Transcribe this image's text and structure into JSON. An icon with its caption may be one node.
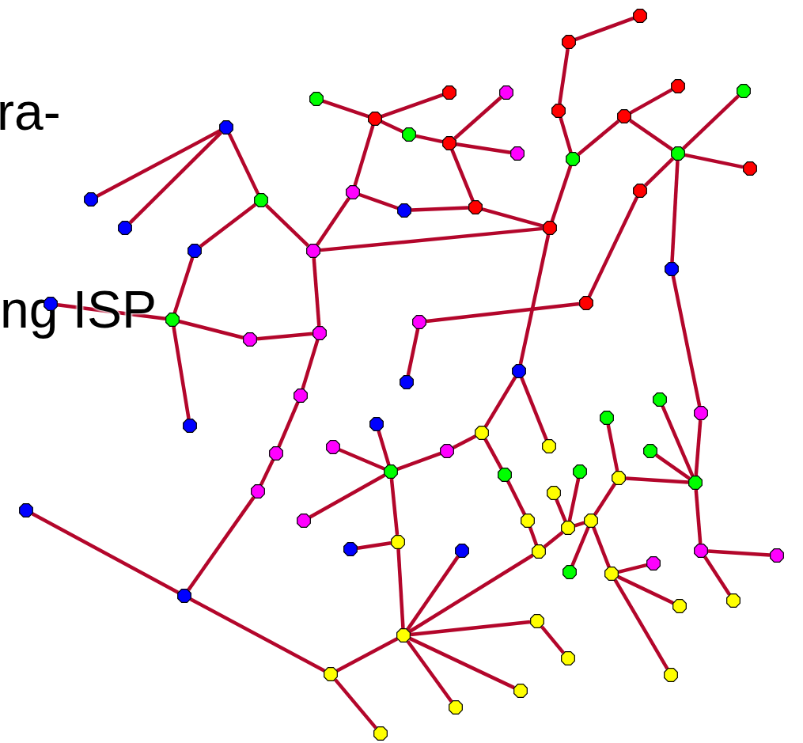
{
  "diagram": {
    "nodes": [
      {
        "text": [],
        "shape": "octagon"
      },
      {
        "text": [],
        "shape": "octagon"
      },
      {
        "text": [],
        "shape": "octagon"
      },
      {
        "text": [],
        "shape": "octagon"
      },
      {
        "text": [],
        "shape": "octagon"
      },
      {
        "text": [],
        "shape": "octagon"
      },
      {
        "text": [],
        "shape": "octagon"
      },
      {
        "text": [],
        "shape": "octagon"
      },
      {
        "text": [],
        "shape": "octagon"
      },
      {
        "text": [],
        "shape": "octagon"
      },
      {
        "text": [],
        "shape": "octagon"
      },
      {
        "text": [],
        "shape": "octagon"
      },
      {
        "text": [],
        "shape": "octagon"
      },
      {
        "text": [],
        "shape": "octagon"
      },
      {
        "text": [],
        "shape": "octagon"
      },
      {
        "text": [],
        "shape": "octagon"
      },
      {
        "text": [],
        "shape": "octagon"
      },
      {
        "text": [],
        "shape": "octagon"
      },
      {
        "text": [],
        "shape": "octagon"
      },
      {
        "text": [],
        "shape": "octagon"
      },
      {
        "text": [],
        "shape": "octagon"
      },
      {
        "text": [],
        "shape": "octagon"
      },
      {
        "text": [],
        "shape": "octagon"
      },
      {
        "text": [],
        "shape": "octagon"
      },
      {
        "text": [],
        "shape": "octagon"
      },
      {
        "text": [],
        "shape": "octagon"
      },
      {
        "text": [],
        "shape": "octagon"
      },
      {
        "text": [],
        "shape": "octagon"
      },
      {
        "text": [],
        "shape": "octagon"
      },
      {
        "text": [],
        "shape": "octagon"
      },
      {
        "text": [],
        "shape": "octagon"
      },
      {
        "text": [],
        "shape": "octagon"
      },
      {
        "text": [],
        "shape": "octagon"
      },
      {
        "text": [],
        "shape": "octagon"
      },
      {
        "text": [],
        "shape": "octagon"
      },
      {
        "text": [],
        "shape": "octagon"
      },
      {
        "text": [],
        "shape": "octagon"
      },
      {
        "text": [],
        "shape": "octagon"
      },
      {
        "text": [],
        "shape": "octagon"
      },
      {
        "text": [],
        "shape": "octagon"
      },
      {
        "text": [],
        "shape": "octagon"
      },
      {
        "text": [],
        "shape": "octagon"
      },
      {
        "text": [],
        "shape": "octagon"
      },
      {
        "text": [],
        "shape": "octagon"
      },
      {
        "text": [],
        "shape": "octagon"
      },
      {
        "text": [],
        "shape": "octagon"
      },
      {
        "text": [],
        "shape": "octagon"
      },
      {
        "text": [],
        "shape": "octagon"
      },
      {
        "text": [],
        "shape": "octagon"
      },
      {
        "text": [],
        "shape": "octagon"
      },
      {
        "text": [],
        "shape": "octagon"
      },
      {
        "text": [],
        "shape": "octagon"
      },
      {
        "text": [],
        "shape": "octagon"
      },
      {
        "text": [],
        "shape": "octagon"
      },
      {
        "text": [],
        "shape": "octagon"
      },
      {
        "text": [],
        "shape": "octagon"
      },
      {
        "text": [],
        "shape": "octagon"
      },
      {
        "text": [],
        "shape": "octagon"
      },
      {
        "text": [],
        "shape": "octagon"
      },
      {
        "text": [],
        "shape": "octagon"
      },
      {
        "text": [],
        "shape": "octagon"
      },
      {
        "text": [],
        "shape": "octagon"
      },
      {
        "text": [],
        "shape": "octagon"
      },
      {
        "text": [],
        "shape": "octagon"
      },
      {
        "text": [],
        "shape": "octagon"
      },
      {
        "text": [],
        "shape": "octagon"
      },
      {
        "text": [],
        "shape": "octagon"
      },
      {
        "text": [],
        "shape": "octagon"
      },
      {
        "text": [],
        "shape": "octagon"
      },
      {
        "text": [],
        "shape": "octagon"
      },
      {
        "text": [],
        "shape": "octagon"
      },
      {
        "text": [],
        "shape": "octagon"
      },
      {
        "text": [],
        "shape": "octagon"
      },
      {
        "text": [],
        "shape": "octagon"
      },
      {
        "text": [],
        "shape": "octagon"
      },
      {
        "text": [],
        "shape": "octagon"
      },
      {
        "text": [],
        "shape": "octagon"
      },
      {
        "text": [],
        "shape": "octagon"
      },
      {
        "text": [],
        "shape": "octagon"
      },
      {
        "text": [],
        "shape": "octagon"
      }
    ],
    "edges": [
      {
        "from": 0,
        "to": 1,
        "arrow": "none"
      },
      {
        "from": 1,
        "to": 2,
        "arrow": "none"
      },
      {
        "from": 2,
        "to": 3,
        "arrow": "none"
      },
      {
        "from": 3,
        "to": 4,
        "arrow": "none"
      },
      {
        "from": 4,
        "to": 5,
        "arrow": "none"
      },
      {
        "from": 4,
        "to": 6,
        "arrow": "none"
      },
      {
        "from": 6,
        "to": 7,
        "arrow": "none"
      },
      {
        "from": 6,
        "to": 8,
        "arrow": "none"
      },
      {
        "from": 6,
        "to": 9,
        "arrow": "none"
      },
      {
        "from": 9,
        "to": 10,
        "arrow": "none"
      },
      {
        "from": 10,
        "to": 11,
        "arrow": "none"
      },
      {
        "from": 11,
        "to": 12,
        "arrow": "none"
      },
      {
        "from": 6,
        "to": 13,
        "arrow": "none"
      },
      {
        "from": 13,
        "to": 14,
        "arrow": "none"
      },
      {
        "from": 14,
        "to": 15,
        "arrow": "none"
      },
      {
        "from": 15,
        "to": 16,
        "arrow": "none"
      },
      {
        "from": 15,
        "to": 18,
        "arrow": "none"
      },
      {
        "from": 15,
        "to": 19,
        "arrow": "none"
      },
      {
        "from": 17,
        "to": 19,
        "arrow": "none"
      },
      {
        "from": 19,
        "to": 72,
        "arrow": "none"
      },
      {
        "from": 15,
        "to": 20,
        "arrow": "none"
      },
      {
        "from": 20,
        "to": 21,
        "arrow": "none"
      },
      {
        "from": 20,
        "to": 22,
        "arrow": "none"
      },
      {
        "from": 3,
        "to": 23,
        "arrow": "none"
      },
      {
        "from": 23,
        "to": 24,
        "arrow": "none"
      },
      {
        "from": 24,
        "to": 25,
        "arrow": "none"
      },
      {
        "from": 25,
        "to": 28,
        "arrow": "none"
      },
      {
        "from": 28,
        "to": 29,
        "arrow": "none"
      },
      {
        "from": 29,
        "to": 30,
        "arrow": "none"
      },
      {
        "from": 29,
        "to": 31,
        "arrow": "none"
      },
      {
        "from": 25,
        "to": 26,
        "arrow": "none"
      },
      {
        "from": 25,
        "to": 27,
        "arrow": "none"
      },
      {
        "from": 24,
        "to": 33,
        "arrow": "none"
      },
      {
        "from": 33,
        "to": 32,
        "arrow": "none"
      },
      {
        "from": 29,
        "to": 32,
        "arrow": "none"
      },
      {
        "from": 32,
        "to": 34,
        "arrow": "none"
      },
      {
        "from": 34,
        "to": 23,
        "arrow": "none"
      },
      {
        "from": 34,
        "to": 35,
        "arrow": "none"
      },
      {
        "from": 35,
        "to": 36,
        "arrow": "none"
      },
      {
        "from": 36,
        "to": 37,
        "arrow": "none"
      },
      {
        "from": 36,
        "to": 38,
        "arrow": "none"
      },
      {
        "from": 35,
        "to": 39,
        "arrow": "none"
      },
      {
        "from": 39,
        "to": 40,
        "arrow": "none"
      },
      {
        "from": 40,
        "to": 41,
        "arrow": "none"
      },
      {
        "from": 40,
        "to": 42,
        "arrow": "none"
      },
      {
        "from": 40,
        "to": 43,
        "arrow": "none"
      },
      {
        "from": 43,
        "to": 44,
        "arrow": "none"
      },
      {
        "from": 34,
        "to": 44,
        "arrow": "none"
      },
      {
        "from": 44,
        "to": 45,
        "arrow": "none"
      },
      {
        "from": 45,
        "to": 46,
        "arrow": "none"
      },
      {
        "from": 46,
        "to": 47,
        "arrow": "none"
      },
      {
        "from": 47,
        "to": 48,
        "arrow": "none"
      },
      {
        "from": 48,
        "to": 49,
        "arrow": "none"
      },
      {
        "from": 48,
        "to": 50,
        "arrow": "none"
      },
      {
        "from": 50,
        "to": 51,
        "arrow": "none"
      },
      {
        "from": 50,
        "to": 52,
        "arrow": "none"
      },
      {
        "from": 52,
        "to": 53,
        "arrow": "none"
      },
      {
        "from": 52,
        "to": 54,
        "arrow": "none"
      },
      {
        "from": 52,
        "to": 56,
        "arrow": "none"
      },
      {
        "from": 56,
        "to": 55,
        "arrow": "none"
      },
      {
        "from": 52,
        "to": 57,
        "arrow": "none"
      },
      {
        "from": 52,
        "to": 58,
        "arrow": "none"
      },
      {
        "from": 58,
        "to": 59,
        "arrow": "none"
      },
      {
        "from": 58,
        "to": 60,
        "arrow": "none"
      },
      {
        "from": 60,
        "to": 61,
        "arrow": "none"
      },
      {
        "from": 60,
        "to": 62,
        "arrow": "none"
      },
      {
        "from": 60,
        "to": 63,
        "arrow": "none"
      },
      {
        "from": 60,
        "to": 64,
        "arrow": "none"
      },
      {
        "from": 64,
        "to": 65,
        "arrow": "none"
      },
      {
        "from": 65,
        "to": 66,
        "arrow": "none"
      },
      {
        "from": 66,
        "to": 23,
        "arrow": "none"
      },
      {
        "from": 66,
        "to": 67,
        "arrow": "none"
      },
      {
        "from": 65,
        "to": 68,
        "arrow": "none"
      },
      {
        "from": 68,
        "to": 69,
        "arrow": "none"
      },
      {
        "from": 69,
        "to": 70,
        "arrow": "none"
      },
      {
        "from": 52,
        "to": 70,
        "arrow": "none"
      },
      {
        "from": 70,
        "to": 71,
        "arrow": "none"
      },
      {
        "from": 71,
        "to": 72,
        "arrow": "none"
      },
      {
        "from": 71,
        "to": 73,
        "arrow": "none"
      },
      {
        "from": 71,
        "to": 74,
        "arrow": "none"
      },
      {
        "from": 72,
        "to": 75,
        "arrow": "none"
      },
      {
        "from": 72,
        "to": 76,
        "arrow": "none"
      },
      {
        "from": 76,
        "to": 77,
        "arrow": "none"
      },
      {
        "from": 76,
        "to": 78,
        "arrow": "none"
      },
      {
        "from": 76,
        "to": 79,
        "arrow": "none"
      }
    ],
    "labels": [
      "ra-",
      "ng ISP"
    ]
  }
}
